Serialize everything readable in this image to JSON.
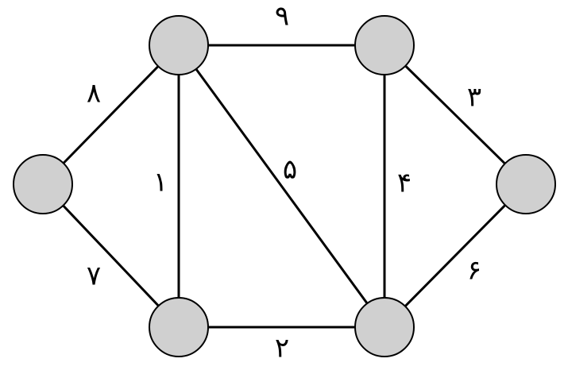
{
  "graph": {
    "nodes": [
      {
        "id": "top-left"
      },
      {
        "id": "top-right"
      },
      {
        "id": "left"
      },
      {
        "id": "right"
      },
      {
        "id": "bottom-left"
      },
      {
        "id": "bottom-right"
      }
    ],
    "edges": [
      {
        "from": "left",
        "to": "top-left",
        "weight": "۸"
      },
      {
        "from": "left",
        "to": "bottom-left",
        "weight": "۷"
      },
      {
        "from": "top-left",
        "to": "top-right",
        "weight": "۹"
      },
      {
        "from": "top-left",
        "to": "bottom-left",
        "weight": "۱"
      },
      {
        "from": "top-left",
        "to": "bottom-right",
        "weight": "۵"
      },
      {
        "from": "top-right",
        "to": "bottom-right",
        "weight": "۴"
      },
      {
        "from": "top-right",
        "to": "right",
        "weight": "۳"
      },
      {
        "from": "bottom-right",
        "to": "right",
        "weight": "۶"
      },
      {
        "from": "bottom-left",
        "to": "bottom-right",
        "weight": "۲"
      }
    ]
  },
  "colors": {
    "node_fill": "#d0d0d0",
    "stroke": "#000000",
    "background": "#ffffff"
  }
}
